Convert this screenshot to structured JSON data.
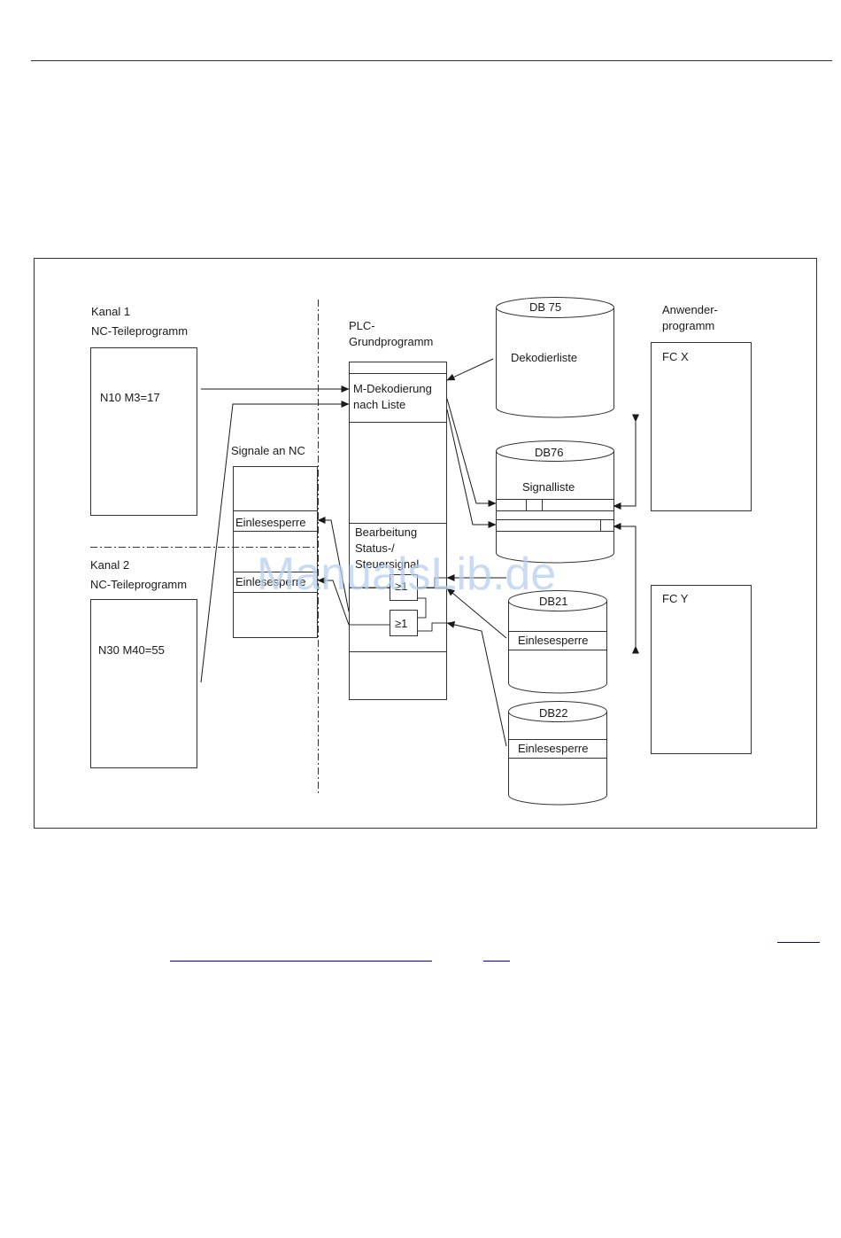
{
  "diagram": {
    "channel1": {
      "title": "Kanal 1",
      "subtitle": "NC-Teileprogramm",
      "block": "N10 M3=17"
    },
    "channel2": {
      "title": "Kanal 2",
      "subtitle": "NC-Teileprogramm",
      "block": "N30 M40=55"
    },
    "signals_nc": {
      "title": "Signale an NC",
      "row1": "Einlesesperre",
      "row2": "Einlesesperre"
    },
    "plc": {
      "title_line1": "PLC-",
      "title_line2": "Grundprogramm",
      "decode_line1": "M-Dekodierung",
      "decode_line2": "nach Liste",
      "proc_line1": "Bearbeitung",
      "proc_line2": "Status-/",
      "proc_line3": "Steuersignal",
      "or1": "≥1",
      "or2": "≥1"
    },
    "db75": {
      "name": "DB 75",
      "content": "Dekodierliste"
    },
    "db76": {
      "name": "DB76",
      "content": "Signalliste"
    },
    "db21": {
      "name": "DB21",
      "content": "Einlesesperre"
    },
    "db22": {
      "name": "DB22",
      "content": "Einlesesperre"
    },
    "user": {
      "title_line1": "Anwender-",
      "title_line2": "programm",
      "fcx": "FC X",
      "fcy": "FC Y"
    },
    "watermark": "ManualsLib.de"
  }
}
